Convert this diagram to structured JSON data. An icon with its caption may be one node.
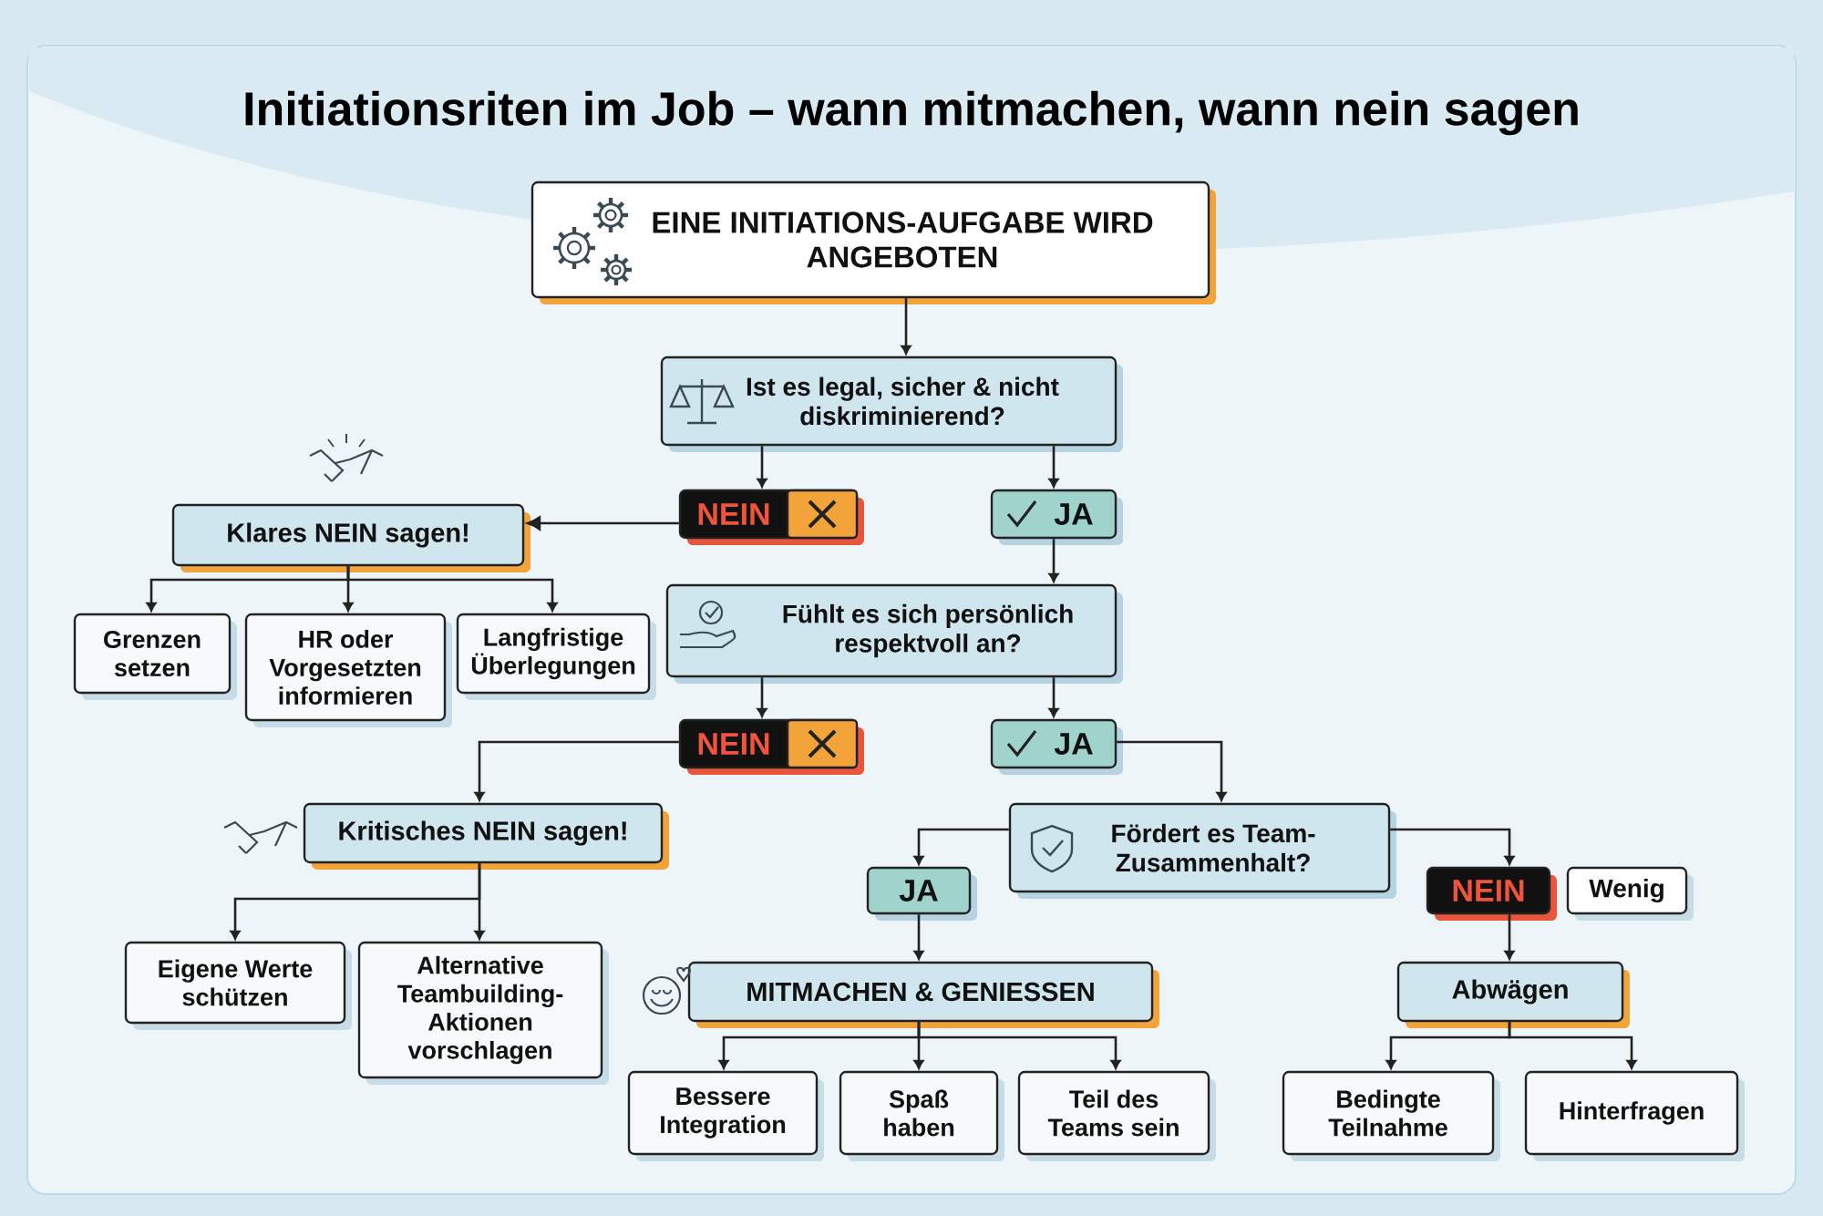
{
  "diagram": {
    "title": "Initiationsriten im Job – wann mitmachen, wann nein sagen",
    "nodes": [
      {
        "text": [
          "EINE INITIATIONS-AUFGABE WIRD ANGEBOTEN"
        ]
      },
      {
        "text": [
          "Ist es legal, sicher & nicht diskriminierend?"
        ]
      },
      {
        "text": [
          "NEIN"
        ]
      },
      {
        "text": [
          "JA"
        ]
      },
      {
        "text": [
          "Klares NEIN sagen!"
        ]
      },
      {
        "text": [
          "Grenzen setzen"
        ]
      },
      {
        "text": [
          "HR oder Vorgesetzten informieren"
        ]
      },
      {
        "text": [
          "Langfristige Überlegungen"
        ]
      },
      {
        "text": [
          "Fühlt es sich persönlich respektvoll an?"
        ]
      },
      {
        "text": [
          "NEIN"
        ]
      },
      {
        "text": [
          "JA"
        ]
      },
      {
        "text": [
          "Kritisches NEIN sagen!"
        ]
      },
      {
        "text": [
          "Eigene Werte schützen"
        ]
      },
      {
        "text": [
          "Alternative Teambuilding-Aktionen vorschlagen"
        ]
      },
      {
        "text": [
          "Fördert es Team-Zusammenhalt?"
        ]
      },
      {
        "text": [
          "JA"
        ]
      },
      {
        "text": [
          "NEIN"
        ]
      },
      {
        "text": [
          "Wenig"
        ]
      },
      {
        "text": [
          "MITMACHEN & GENIESSEN"
        ]
      },
      {
        "text": [
          "Abwägen"
        ]
      },
      {
        "text": [
          "Bessere Integration"
        ]
      },
      {
        "text": [
          "Spaß haben"
        ]
      },
      {
        "text": [
          "Teil des Teams sein"
        ]
      },
      {
        "text": [
          "Bedingte Teilnahme"
        ]
      },
      {
        "text": [
          "Hinterfragen"
        ]
      }
    ],
    "edges": [
      {
        "from": 0,
        "to": 1,
        "arrow": "to"
      },
      {
        "from": 1,
        "to": 2,
        "arrow": "to"
      },
      {
        "from": 1,
        "to": 3,
        "arrow": "to"
      },
      {
        "from": 2,
        "to": 4,
        "arrow": "to"
      },
      {
        "from": 4,
        "to": 5,
        "arrow": "to"
      },
      {
        "from": 4,
        "to": 6,
        "arrow": "to"
      },
      {
        "from": 4,
        "to": 7,
        "arrow": "to"
      },
      {
        "from": 3,
        "to": 8,
        "arrow": "to"
      },
      {
        "from": 8,
        "to": 9,
        "arrow": "to"
      },
      {
        "from": 8,
        "to": 10,
        "arrow": "to"
      },
      {
        "from": 9,
        "to": 11,
        "arrow": "to"
      },
      {
        "from": 11,
        "to": 12,
        "arrow": "to"
      },
      {
        "from": 11,
        "to": 13,
        "arrow": "to"
      },
      {
        "from": 10,
        "to": 14,
        "arrow": "to"
      },
      {
        "from": 14,
        "to": 15,
        "arrow": "to"
      },
      {
        "from": 14,
        "to": 16,
        "arrow": "to"
      },
      {
        "from": 15,
        "to": 18,
        "arrow": "to"
      },
      {
        "from": 16,
        "to": 19,
        "arrow": "to"
      },
      {
        "from": 18,
        "to": 20,
        "arrow": "to"
      },
      {
        "from": 18,
        "to": 21,
        "arrow": "to"
      },
      {
        "from": 18,
        "to": 22,
        "arrow": "to"
      },
      {
        "from": 19,
        "to": 23,
        "arrow": "to"
      },
      {
        "from": 19,
        "to": 24,
        "arrow": "to"
      }
    ]
  }
}
